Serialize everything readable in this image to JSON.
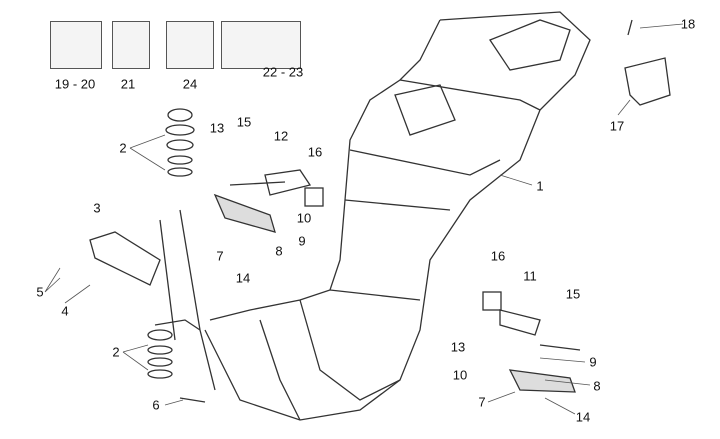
{
  "diagram": {
    "kit_labels": [
      "19 - 20",
      "21",
      "24",
      "22 - 23"
    ],
    "callouts": {
      "c18": "18",
      "c17": "17",
      "c2a": "2",
      "c13a": "13",
      "c15a": "15",
      "c12": "12",
      "c16a": "16",
      "c1": "1",
      "c3": "3",
      "c10a": "10",
      "c9a": "9",
      "c7a": "7",
      "c8a": "8",
      "c14a": "14",
      "c5": "5",
      "c4": "4",
      "c16b": "16",
      "c11": "11",
      "c15b": "15",
      "c13b": "13",
      "c9b": "9",
      "c10b": "10",
      "c8b": "8",
      "c2b": "2",
      "c6": "6",
      "c7b": "7",
      "c14b": "14"
    }
  }
}
